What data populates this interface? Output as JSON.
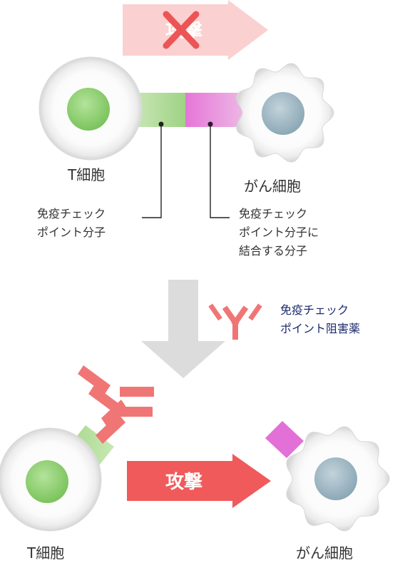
{
  "top": {
    "attack_label": "攻撃",
    "t_cell_label": "T細胞",
    "cancer_cell_label": "がん細胞",
    "checkpoint_molecule_lines": [
      "免疫チェック",
      "ポイント分子"
    ],
    "binding_molecule_lines": [
      "免疫チェック",
      "ポイント分子に",
      "結合する分子"
    ]
  },
  "drug": {
    "label_lines": [
      "免疫チェック",
      "ポイント阻害薬"
    ]
  },
  "bottom": {
    "attack_label": "攻撃",
    "t_cell_label": "T細胞",
    "cancer_cell_label": "がん細胞"
  },
  "colors": {
    "t_cell_nucleus": "#8fcf6e",
    "cancer_nucleus": "#9fb6c2",
    "checkpoint_molecule": "#a9d890",
    "binding_molecule": "#e27fd6",
    "antibody": "#f07878",
    "attack_arrow_faded": "#fbd2d2",
    "attack_arrow": "#f05a5a",
    "blocked_x": "#ec5a5a",
    "down_arrow": "#dedede",
    "drug_label": "#1c2a6e"
  }
}
